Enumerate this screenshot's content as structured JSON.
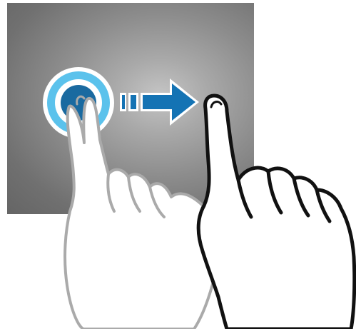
{
  "figure": {
    "type": "gesture-illustration",
    "gesture": "drag",
    "direction": "right",
    "icons": [
      "touch-point-icon",
      "drag-arrow-icon",
      "start-hand-icon",
      "end-hand-icon"
    ],
    "colors": {
      "screen_center": "#c5c5c5",
      "screen_edge": "#656565",
      "touch_ring": "#5bc2ec",
      "touch_core": "#1a6aa0",
      "arrow": "#1473b4",
      "ghost_hand_stroke": "#aaaaaa",
      "hand_stroke": "#111111",
      "hand_fill": "#ffffff"
    }
  }
}
